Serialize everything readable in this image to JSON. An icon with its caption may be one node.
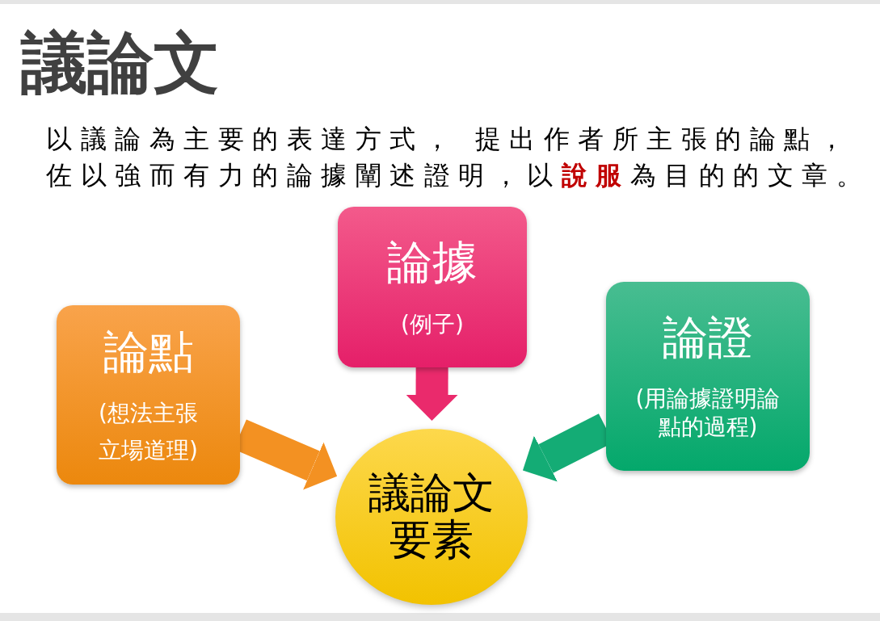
{
  "diagram": {
    "title": "議論文",
    "nodes": [
      {
        "text": [
          "論點",
          "(想法主張立場道理)"
        ]
      },
      {
        "text": [
          "論據",
          "(例子)"
        ]
      },
      {
        "text": [
          "論證",
          "(用論據證明論點的過程)"
        ]
      },
      {
        "text": [
          "議論文要素"
        ]
      }
    ],
    "edges": [
      {
        "from": 0,
        "to": 3,
        "arrow": "to",
        "color": "#f39122"
      },
      {
        "from": 1,
        "to": 3,
        "arrow": "to",
        "color": "#ea2a6c"
      },
      {
        "from": 2,
        "to": 3,
        "arrow": "to",
        "color": "#14ac75"
      }
    ],
    "labels": [
      "以議論為主要的表達方式， 提出作者所主張的論點，佐以強而有力的論據闡述證明，以**說服**為目的的文章。"
    ]
  }
}
